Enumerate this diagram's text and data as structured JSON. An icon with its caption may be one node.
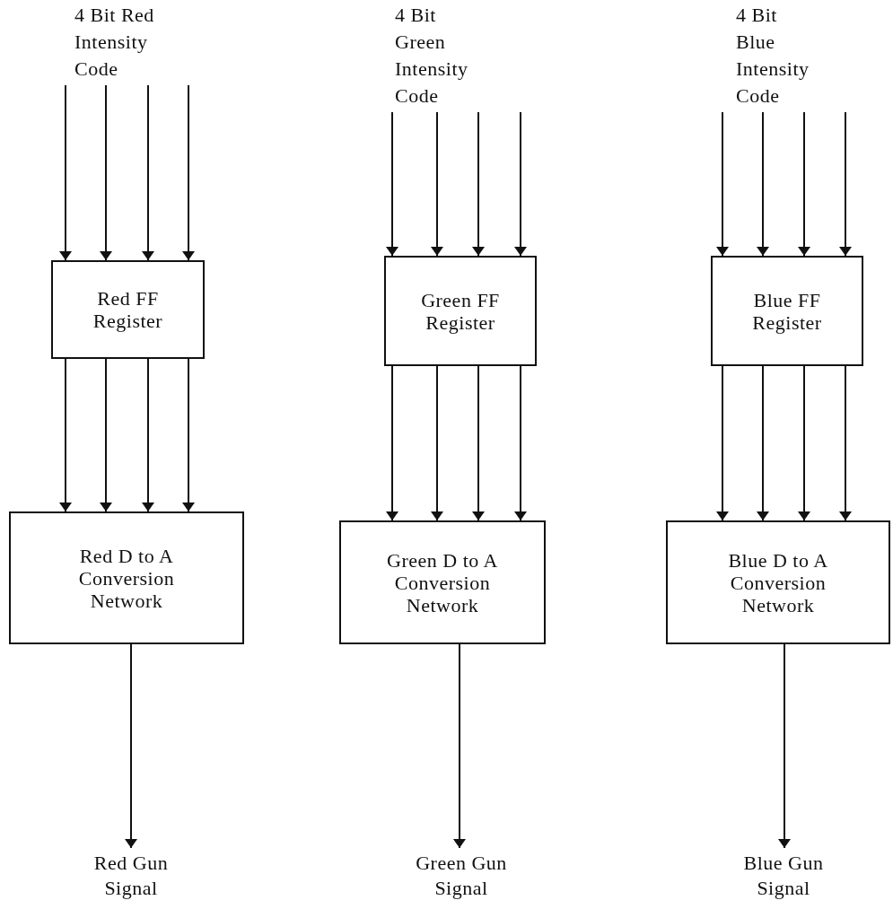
{
  "diagram": {
    "nodes": [
      {
        "text": [
          "4 Bit Red Intensity Code"
        ]
      },
      {
        "text": [
          "Red FF Register"
        ]
      },
      {
        "text": [
          "Red D to A Conversion Network"
        ]
      },
      {
        "text": [
          "Red Gun Signal"
        ]
      },
      {
        "text": [
          "4 Bit Green Intensity Code"
        ]
      },
      {
        "text": [
          "Green FF Register"
        ]
      },
      {
        "text": [
          "Green D to A Conversion Network"
        ]
      },
      {
        "text": [
          "Green Gun Signal"
        ]
      },
      {
        "text": [
          "4 Bit Blue Intensity Code"
        ]
      },
      {
        "text": [
          "Blue FF Register"
        ]
      },
      {
        "text": [
          "Blue D to A Conversion Network"
        ]
      },
      {
        "text": [
          "Blue Gun Signal"
        ]
      }
    ],
    "edges": [
      {
        "from": 0,
        "to": 1,
        "arrow": "to"
      },
      {
        "from": 0,
        "to": 1,
        "arrow": "to"
      },
      {
        "from": 0,
        "to": 1,
        "arrow": "to"
      },
      {
        "from": 0,
        "to": 1,
        "arrow": "to"
      },
      {
        "from": 1,
        "to": 2,
        "arrow": "to"
      },
      {
        "from": 1,
        "to": 2,
        "arrow": "to"
      },
      {
        "from": 1,
        "to": 2,
        "arrow": "to"
      },
      {
        "from": 1,
        "to": 2,
        "arrow": "to"
      },
      {
        "from": 2,
        "to": 3,
        "arrow": "to"
      },
      {
        "from": 4,
        "to": 5,
        "arrow": "to"
      },
      {
        "from": 4,
        "to": 5,
        "arrow": "to"
      },
      {
        "from": 4,
        "to": 5,
        "arrow": "to"
      },
      {
        "from": 4,
        "to": 5,
        "arrow": "to"
      },
      {
        "from": 5,
        "to": 6,
        "arrow": "to"
      },
      {
        "from": 5,
        "to": 6,
        "arrow": "to"
      },
      {
        "from": 5,
        "to": 6,
        "arrow": "to"
      },
      {
        "from": 5,
        "to": 6,
        "arrow": "to"
      },
      {
        "from": 6,
        "to": 7,
        "arrow": "to"
      },
      {
        "from": 8,
        "to": 9,
        "arrow": "to"
      },
      {
        "from": 8,
        "to": 9,
        "arrow": "to"
      },
      {
        "from": 8,
        "to": 9,
        "arrow": "to"
      },
      {
        "from": 8,
        "to": 9,
        "arrow": "to"
      },
      {
        "from": 9,
        "to": 10,
        "arrow": "to"
      },
      {
        "from": 9,
        "to": 10,
        "arrow": "to"
      },
      {
        "from": 9,
        "to": 10,
        "arrow": "to"
      },
      {
        "from": 9,
        "to": 10,
        "arrow": "to"
      },
      {
        "from": 10,
        "to": 11,
        "arrow": "to"
      }
    ]
  }
}
